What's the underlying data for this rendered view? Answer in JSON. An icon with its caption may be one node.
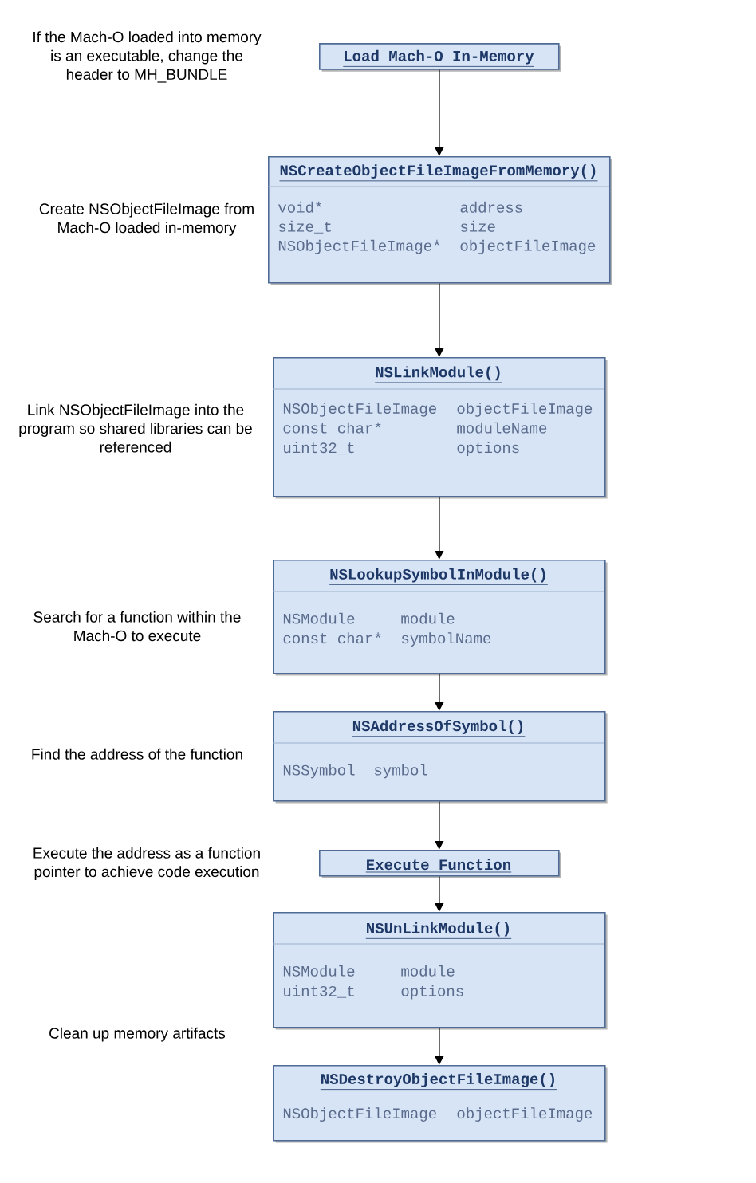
{
  "diagram": {
    "nodes": [
      {
        "text": [
          "Load Mach-O In-Memory"
        ],
        "beside": [
          "If the Mach-O loaded into memory is an executable, change the header to MH_BUNDLE"
        ]
      },
      {
        "text": [
          "NSCreateObjectFileImageFromMemory()",
          "void*",
          "address",
          "size_t",
          "size",
          "NSObjectFileImage*",
          "objectFileImage"
        ],
        "beside": [
          "Create NSObjectFileImage from Mach-O loaded in-memory"
        ]
      },
      {
        "text": [
          "NSLinkModule()",
          "NSObjectFileImage",
          "objectFileImage",
          "const char*",
          "moduleName",
          "uint32_t",
          "options"
        ],
        "beside": [
          "Link NSObjectFileImage into the program so shared libraries can be referenced"
        ]
      },
      {
        "text": [
          "NSLookupSymbolInModule()",
          "NSModule",
          "module",
          "const char*",
          "symbolName"
        ],
        "beside": [
          "Search for a function within the Mach-O to execute"
        ]
      },
      {
        "text": [
          "NSAddressOfSymbol()",
          "NSSymbol",
          "symbol"
        ],
        "beside": [
          "Find the address of the function"
        ]
      },
      {
        "text": [
          "Execute Function"
        ]
      },
      {
        "text": [
          "NSUnLinkModule()",
          "NSModule",
          "module",
          "uint32_t",
          "options"
        ]
      },
      {
        "text": [
          "NSDestroyObjectFileImage()",
          "NSObjectFileImage",
          "objectFileImage"
        ]
      }
    ],
    "edges": [
      {
        "from": 0,
        "to": 1,
        "arrow": "to"
      },
      {
        "from": 1,
        "to": 2,
        "arrow": "to"
      },
      {
        "from": 2,
        "to": 3,
        "arrow": "to"
      },
      {
        "from": 3,
        "to": 4,
        "arrow": "to"
      },
      {
        "from": 4,
        "to": 5,
        "arrow": "to"
      },
      {
        "from": 5,
        "to": 6,
        "arrow": "to"
      },
      {
        "from": 6,
        "to": 7,
        "arrow": "to"
      }
    ],
    "labels": [
      "Execute the address as a function pointer to achieve code execution",
      "Clean up memory artifacts"
    ]
  }
}
